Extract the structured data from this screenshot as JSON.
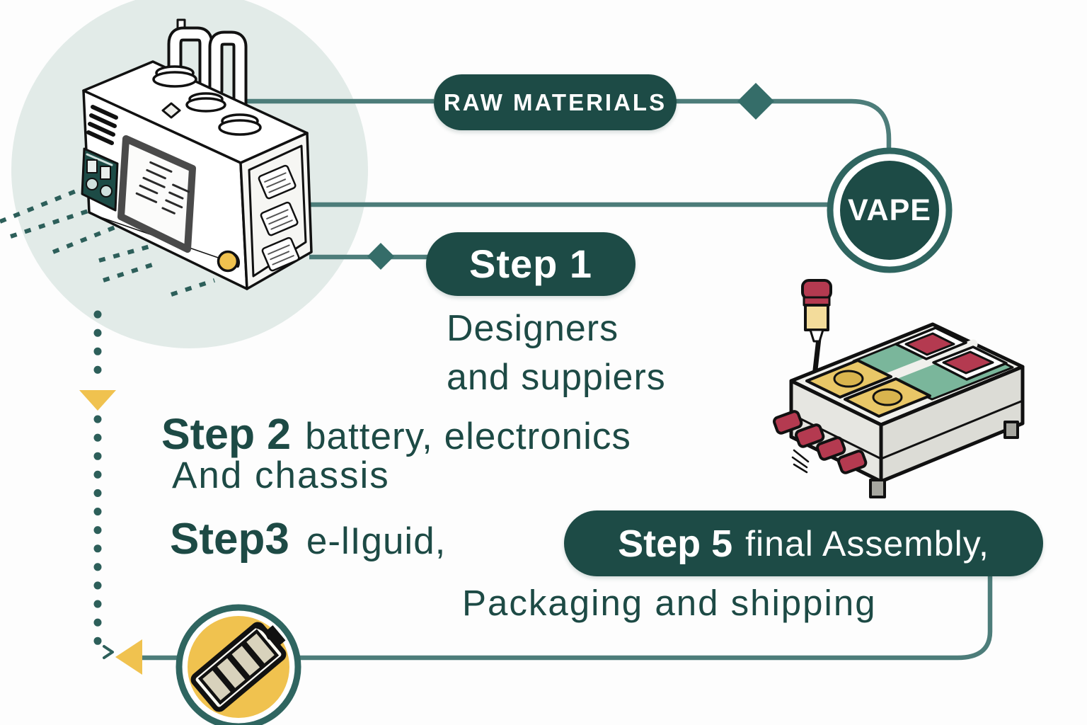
{
  "nodes": {
    "raw_materials": {
      "label": "RAW MATERIALS",
      "type": "pill"
    },
    "vape": {
      "label": "VAPE",
      "type": "circle-badge"
    },
    "step1": {
      "badge": "Step 1",
      "line1": "Designers",
      "line2": "and suppiers"
    },
    "step2": {
      "badge": "Step 2",
      "text": "battery, electronics",
      "line2": "And chassis"
    },
    "step3": {
      "badge": "Step3",
      "text": "e-lIguid,"
    },
    "step5": {
      "badge": "Step 5",
      "text": "final Assembly,",
      "line2": "Packaging and shipping"
    }
  },
  "icons": {
    "vape_machine": "vape-manufacturing-machine-illustration",
    "assembly_machine": "assembly-line-machine-illustration",
    "signal_tower": "status-light-icon",
    "battery": "battery-icon",
    "diamond_connector": "diamond-node-icon",
    "down_arrow": "yellow-arrow-down-icon",
    "left_arrow": "yellow-arrow-left-icon"
  },
  "colors": {
    "dark_teal": "#1d4b46",
    "line_teal": "#4d7d7a",
    "diamond_teal": "#356d69",
    "dot_teal": "#2d5f5a",
    "accent_yellow": "#f0c24f",
    "crimson": "#b43a50",
    "machine_green": "#7ab69b",
    "light_circle_bg": "#e2ebe8",
    "text": "#1d4a45",
    "background": "#fdfdfd"
  }
}
